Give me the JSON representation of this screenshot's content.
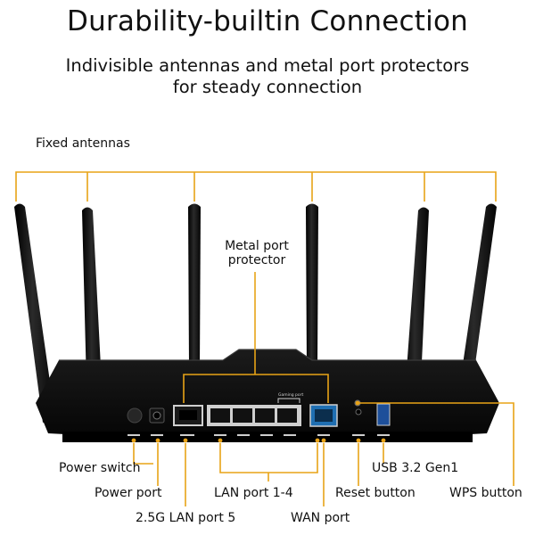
{
  "header": {
    "title": "Durability-builtin Connection",
    "subtitle_line1": "Indivisible antennas and metal port protectors",
    "subtitle_line2": "for steady connection"
  },
  "callouts": {
    "fixed_antennas": "Fixed antennas",
    "metal_port_protector_line1": "Metal port",
    "metal_port_protector_line2": "protector",
    "power_switch": "Power switch",
    "power_port": "Power port",
    "lan_port_5": "2.5G LAN port 5",
    "lan_port_1_4": "LAN port 1-4",
    "wan_port": "WAN port",
    "reset_button": "Reset button",
    "usb_port": "USB 3.2 Gen1",
    "wps_button": "WPS button"
  },
  "router_panel": {
    "gaming_port_label": "Gaming port"
  },
  "colors": {
    "accent": "#e8a317",
    "device": "#0c0c0c",
    "wan_port": "#1f6fb2"
  }
}
